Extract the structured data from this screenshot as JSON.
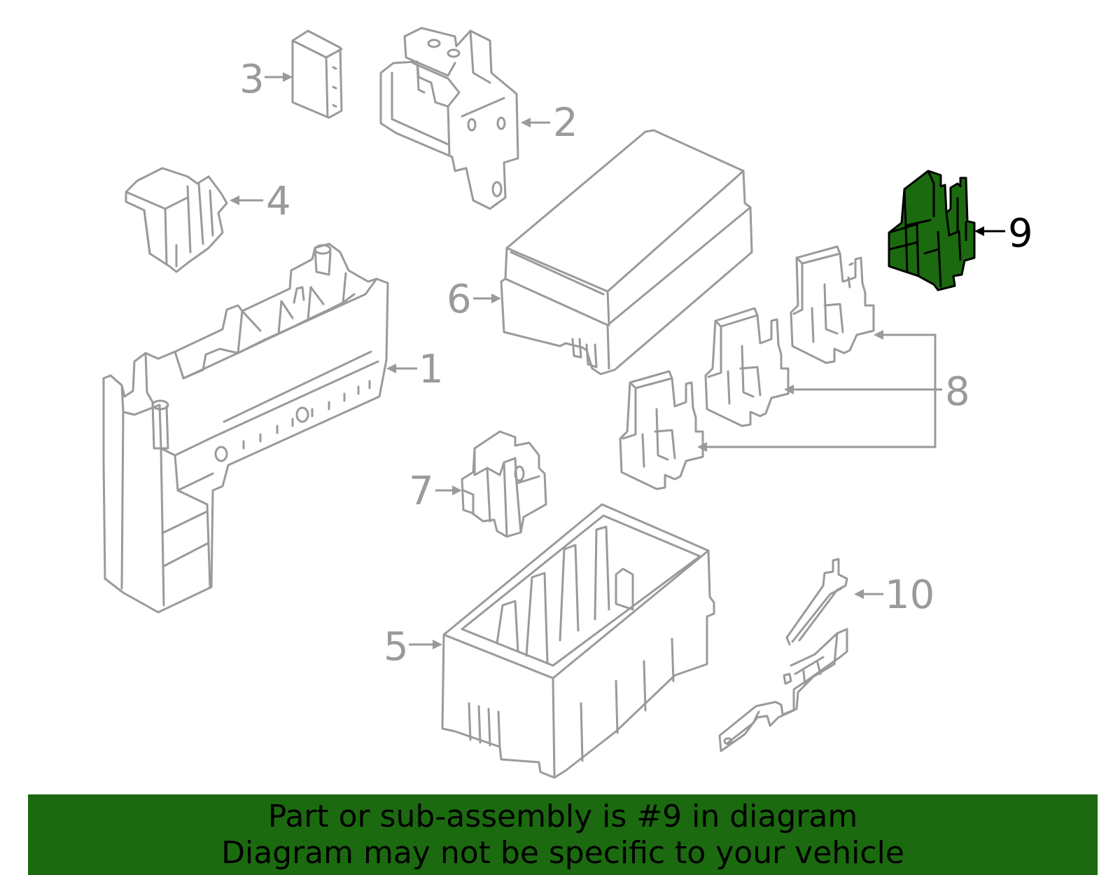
{
  "diagram": {
    "highlight_color": "#1b6a0f",
    "line_color": "#9a9a9a",
    "highlighted_callout": "9",
    "callouts": {
      "c1": "1",
      "c2": "2",
      "c3": "3",
      "c4": "4",
      "c5": "5",
      "c6": "6",
      "c7": "7",
      "c8": "8",
      "c9": "9",
      "c10": "10"
    }
  },
  "banner": {
    "line1": "Part or sub-assembly is #9 in diagram",
    "line2": "Diagram may not be specific to your vehicle",
    "background": "#1b6a0f"
  }
}
